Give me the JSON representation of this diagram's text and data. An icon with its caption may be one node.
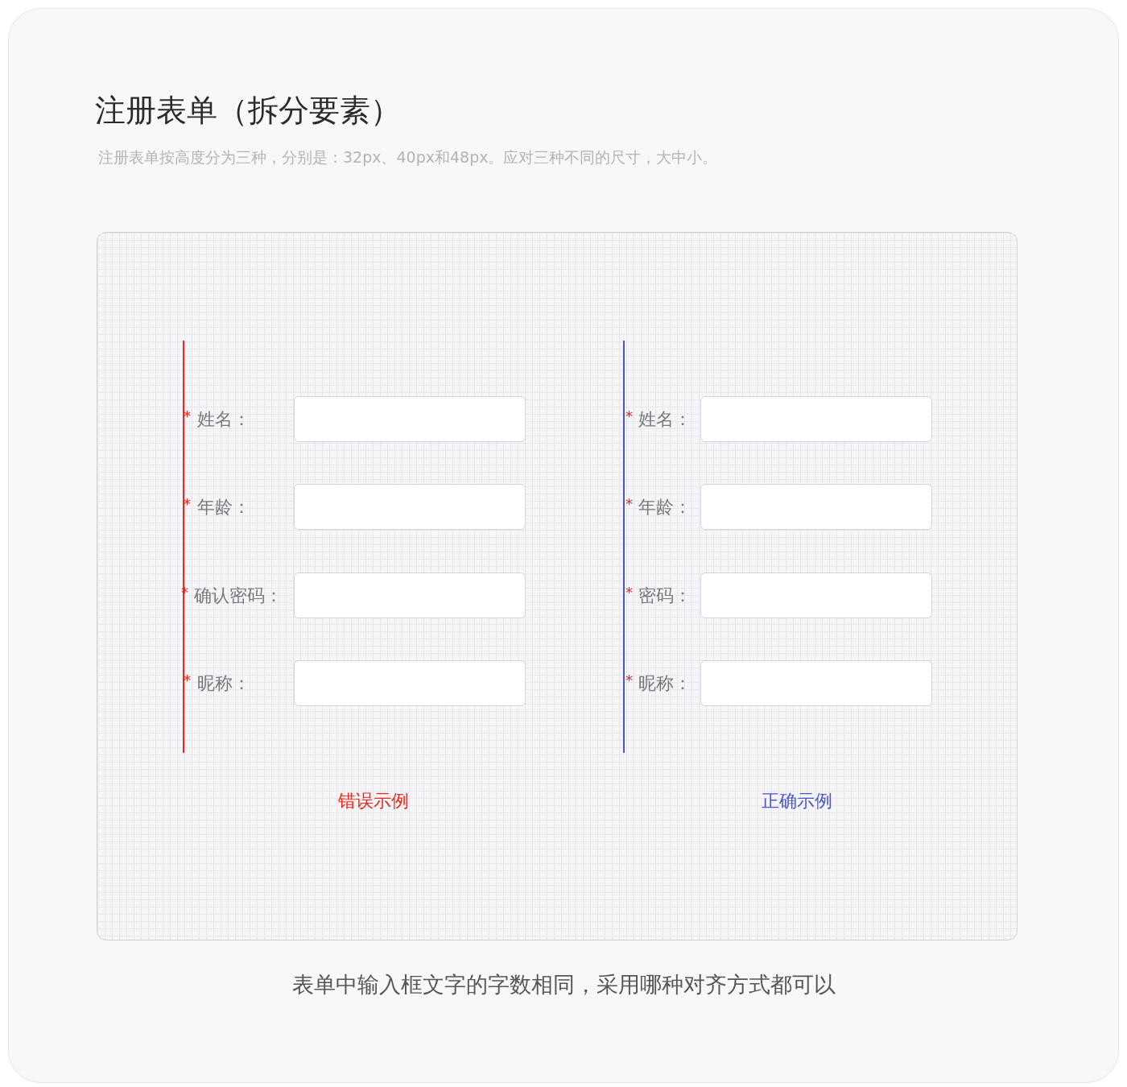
{
  "diagram": {
    "title": "注册表单（拆分要素）",
    "caption": "表单中输入框文字的字数相同，采用哪种对齐方式都可以",
    "nodes": [
      {
        "text": [],
        "shape": "box"
      },
      {
        "text": [],
        "shape": "box"
      },
      {
        "text": [],
        "shape": "box"
      },
      {
        "text": [],
        "shape": "box"
      },
      {
        "text": [],
        "shape": "box"
      },
      {
        "text": [],
        "shape": "box"
      },
      {
        "text": [],
        "shape": "box"
      },
      {
        "text": [],
        "shape": "box"
      }
    ],
    "labels": [
      "注册表单按高度分为三种，分别是：32px、40px和48px。应对三种不同的尺寸，大中小。",
      "*",
      "姓名：",
      "*",
      "姓名：",
      "*",
      "年龄：",
      "*",
      "年龄：",
      "*",
      "确认密码：",
      "*",
      "密码：",
      "*",
      "昵称：",
      "*",
      "昵称：",
      "错误示例",
      "正确示例"
    ]
  }
}
